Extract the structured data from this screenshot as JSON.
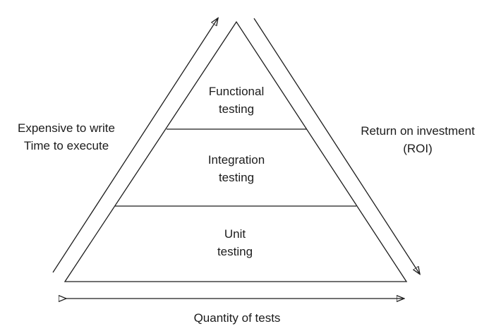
{
  "diagram": {
    "type": "test-pyramid",
    "pyramid": {
      "layers": [
        {
          "name": "functional-testing",
          "lines": [
            "Functional",
            "testing"
          ]
        },
        {
          "name": "integration-testing",
          "lines": [
            "Integration",
            "testing"
          ]
        },
        {
          "name": "unit-testing",
          "lines": [
            "Unit",
            "testing"
          ]
        }
      ]
    },
    "left_annotation": {
      "lines": [
        "Expensive to write",
        "Time to execute"
      ],
      "arrow_direction": "up-along-left-edge"
    },
    "right_annotation": {
      "lines": [
        "Return on investment",
        "(ROI)"
      ],
      "arrow_direction": "down-along-right-edge"
    },
    "bottom_annotation": {
      "label": "Quantity of tests",
      "arrow_direction": "double-headed-horizontal"
    },
    "colors": {
      "line": "#1c1c1c",
      "text": "#1c1c1c",
      "background": "#ffffff"
    }
  }
}
